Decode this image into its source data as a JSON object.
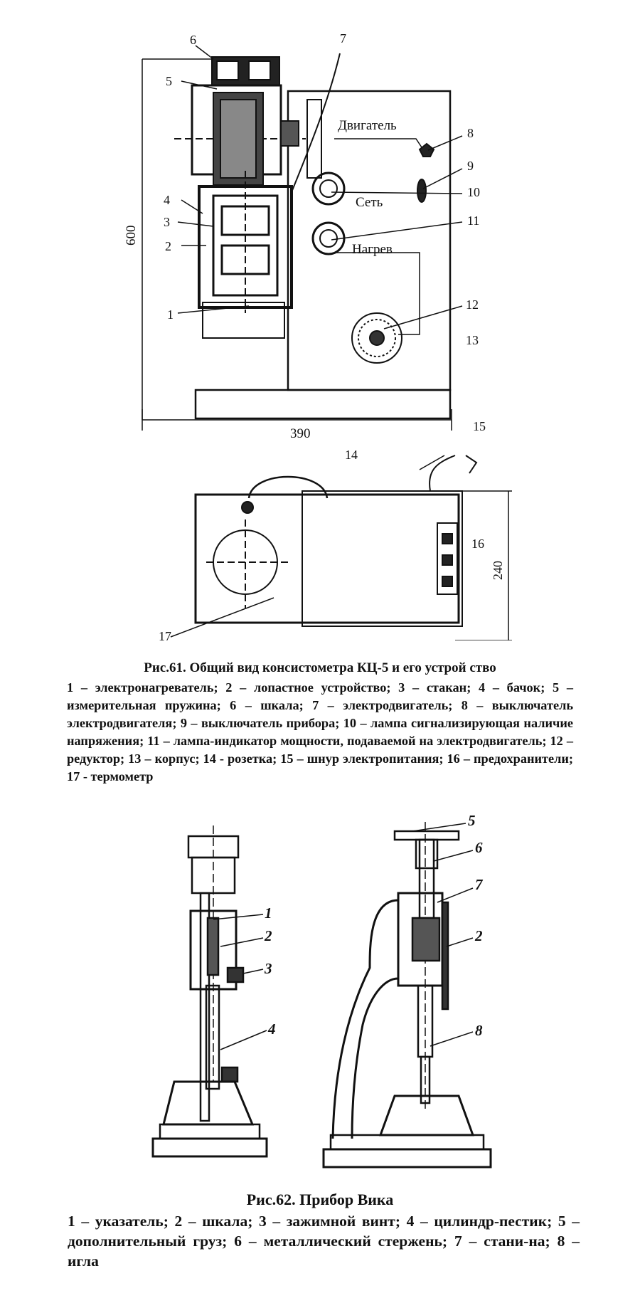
{
  "fig61": {
    "dims": {
      "height": "600",
      "width": "390",
      "depth": "240"
    },
    "labels": {
      "motor": "Двигатель",
      "mains": "Сеть",
      "heating": "Нагрев"
    },
    "numbers": [
      "1",
      "2",
      "3",
      "4",
      "5",
      "6",
      "7",
      "8",
      "9",
      "10",
      "11",
      "12",
      "13",
      "14",
      "15",
      "16",
      "17"
    ],
    "caption_title": "Рис.61. Общий вид консистометра КЦ-5 и его устрой ство",
    "caption_body": "1 – электронагреватель; 2 – лопастное устройство; 3 – стакан; 4 – бачок; 5 – измерительная пружина; 6 – шкала; 7 – электродвигатель; 8 – выключатель электродвигателя; 9 – выключатель прибора; 10 – лампа сигнализирующая наличие напряжения; 11 – лампа-индикатор мощности, подаваемой на электродвигатель; 12 – редуктор; 13 – корпус; 14 - розетка; 15 – шнур электропитания; 16 – предохранители; 17 - термометр"
  },
  "fig62": {
    "numbers_left": [
      "1",
      "2",
      "3",
      "4"
    ],
    "numbers_right": [
      "5",
      "6",
      "7",
      "2",
      "8"
    ],
    "caption_title": "Рис.62. Прибор Вика",
    "caption_body": "1 – указатель; 2 – шкала; 3 – зажимной винт; 4 – цилиндр-пестик; 5 – дополнительный груз; 6 – металлический стержень; 7 – стани-на; 8 – игла"
  }
}
